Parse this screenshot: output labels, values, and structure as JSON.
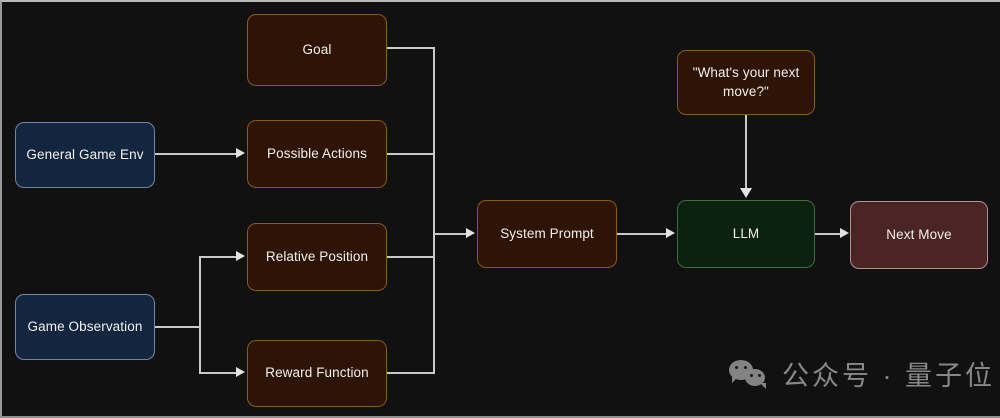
{
  "diagram": {
    "title": "LLM game agent pipeline flowchart",
    "background_color": "#111112",
    "nodes": {
      "general_game_env": {
        "label": "General Game Env",
        "color": "#14253f"
      },
      "game_observation": {
        "label": "Game Observation",
        "color": "#14253f"
      },
      "goal": {
        "label": "Goal",
        "color": "#2e1405"
      },
      "possible_actions": {
        "label": "Possible Actions",
        "color": "#2e1405"
      },
      "relative_position": {
        "label": "Relative Position",
        "color": "#2e1405"
      },
      "reward_function": {
        "label": "Reward Function",
        "color": "#2e1405"
      },
      "system_prompt": {
        "label": "System Prompt",
        "color": "#2e1405"
      },
      "user_question": {
        "label": "\"What's your next\nmove?\"",
        "color": "#2e1405"
      },
      "llm": {
        "label": "LLM",
        "color": "#0d2110"
      },
      "next_move": {
        "label": "Next Move",
        "color": "#4a2523"
      }
    },
    "edges": [
      {
        "from": "general_game_env",
        "to": "possible_actions"
      },
      {
        "from": "game_observation",
        "to": "relative_position"
      },
      {
        "from": "game_observation",
        "to": "reward_function"
      },
      {
        "from": "goal",
        "to": "system_prompt"
      },
      {
        "from": "possible_actions",
        "to": "system_prompt"
      },
      {
        "from": "relative_position",
        "to": "system_prompt"
      },
      {
        "from": "reward_function",
        "to": "system_prompt"
      },
      {
        "from": "system_prompt",
        "to": "llm"
      },
      {
        "from": "user_question",
        "to": "llm"
      },
      {
        "from": "llm",
        "to": "next_move"
      }
    ]
  },
  "watermark": {
    "icon": "wechat-icon",
    "text": "公众号 · 量子位"
  }
}
